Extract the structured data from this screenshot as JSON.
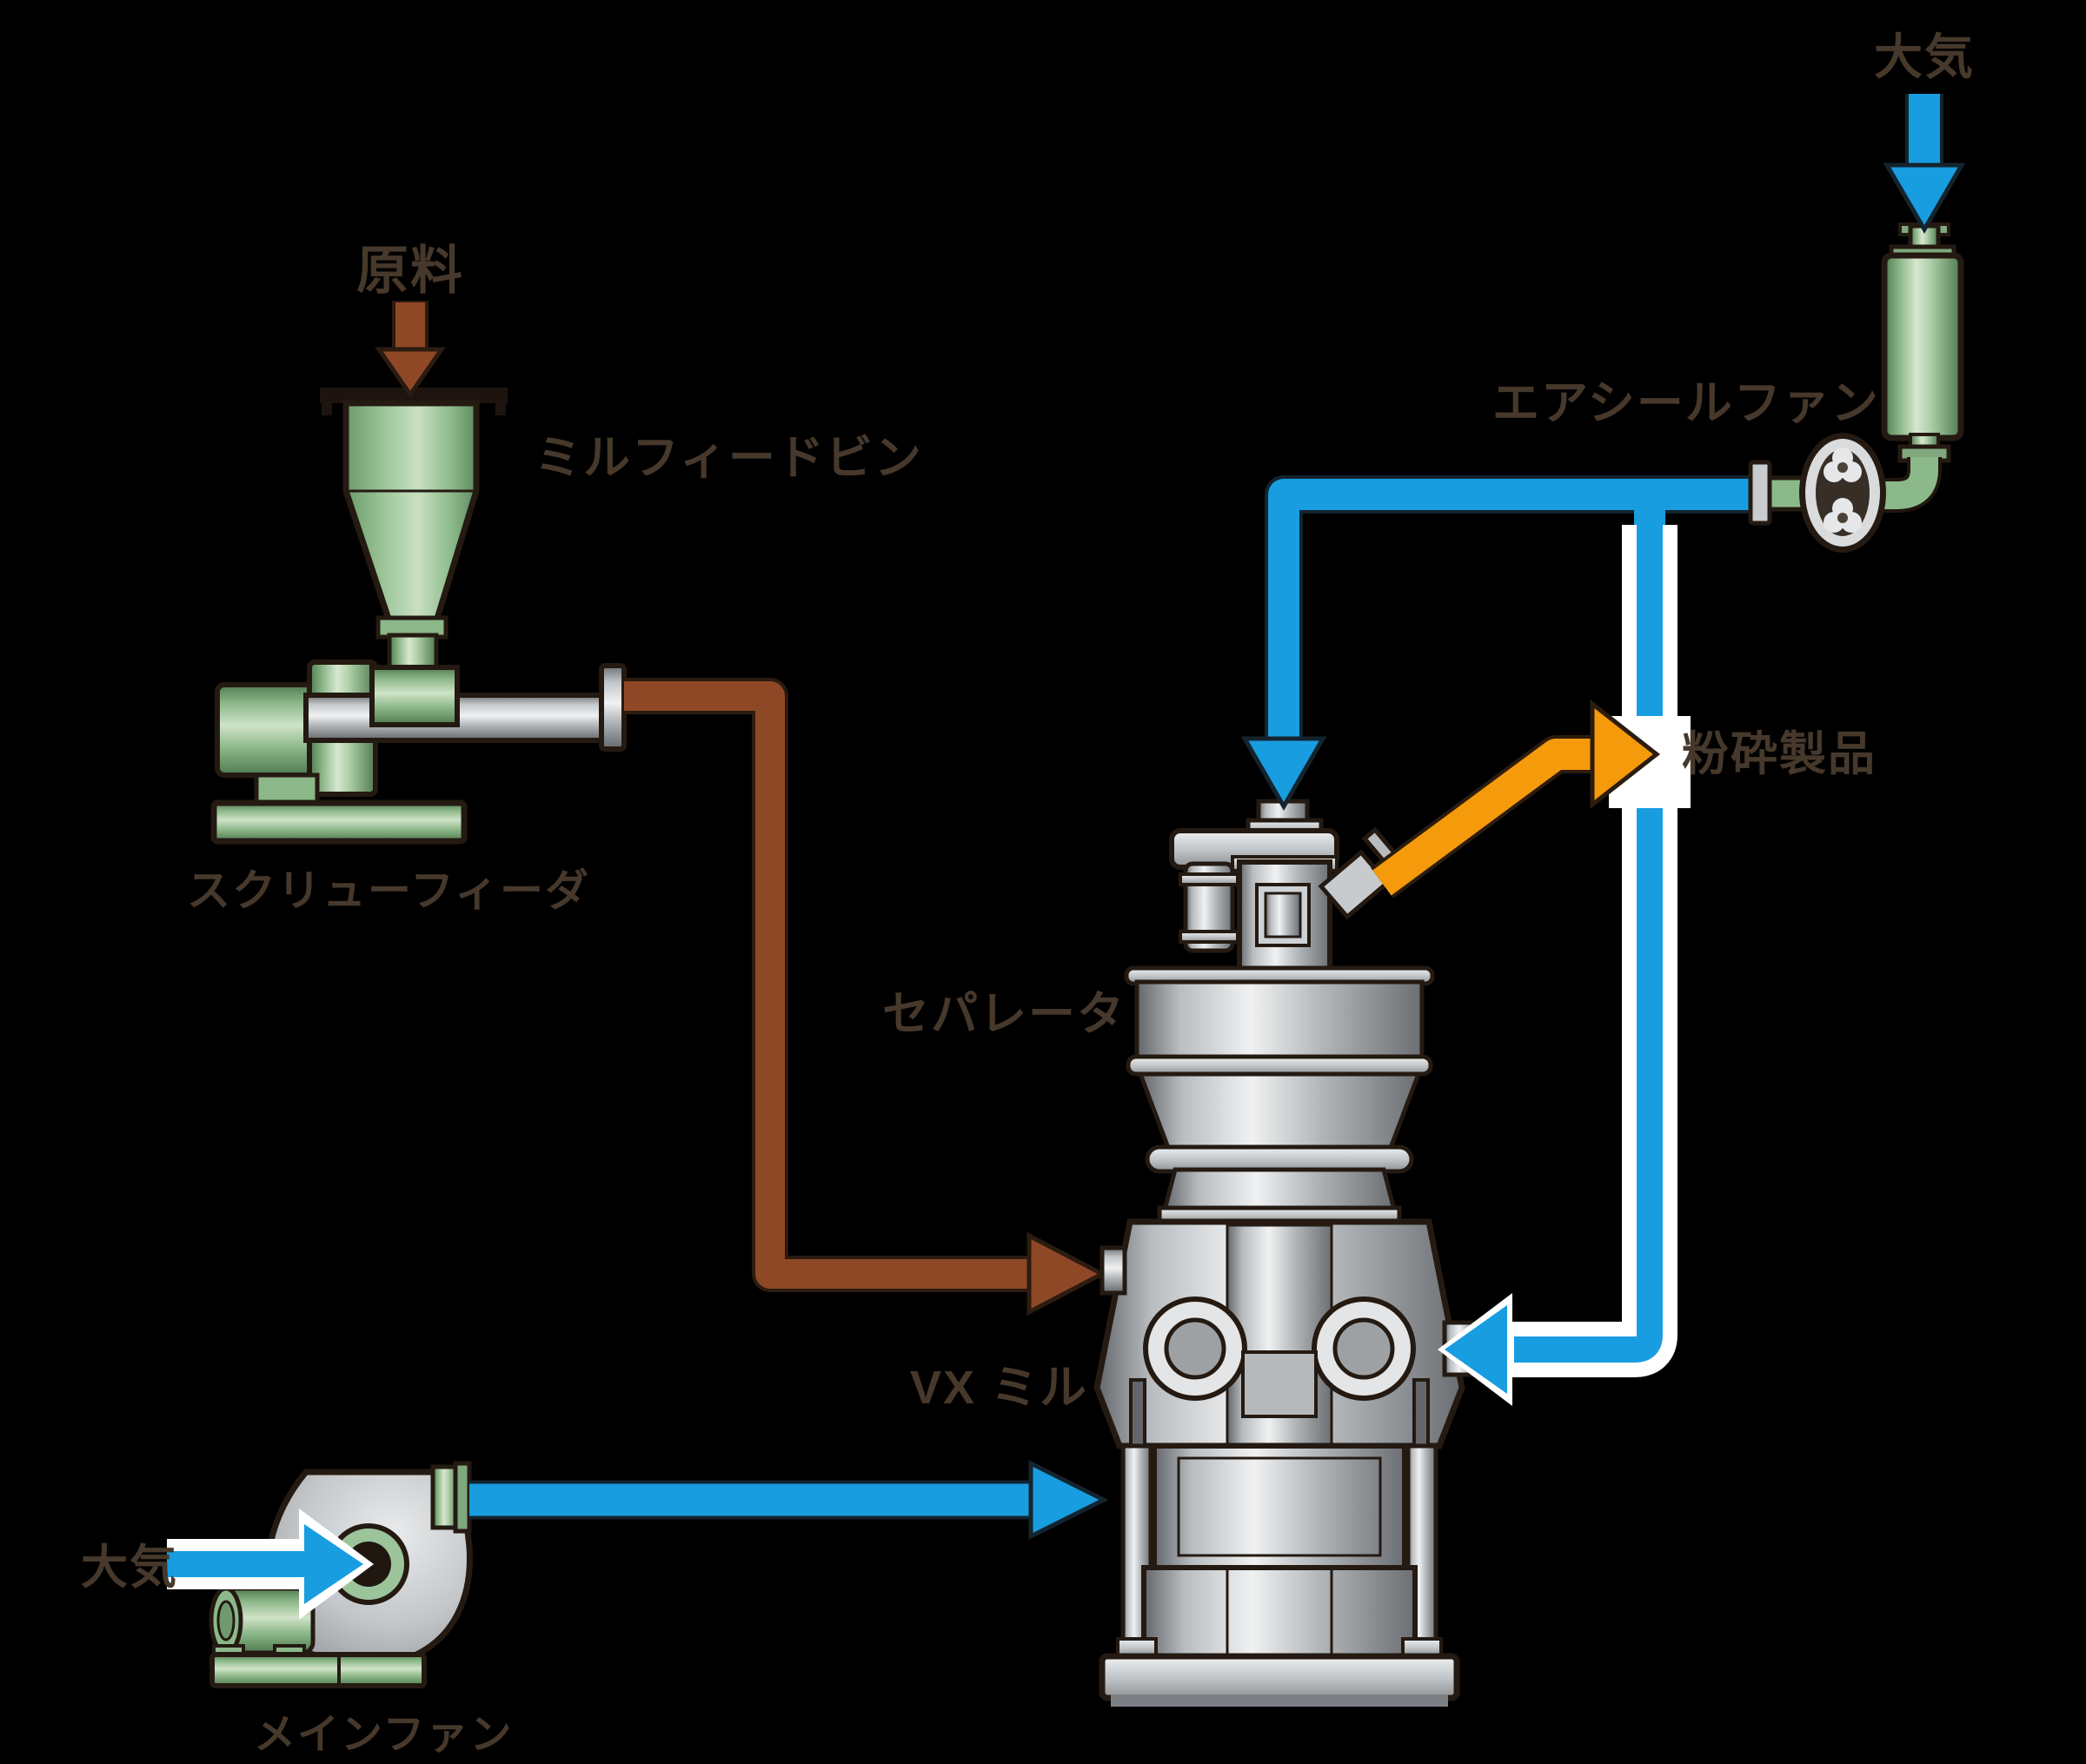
{
  "labels": {
    "raw_material": "原料",
    "mill_feed_bin": "ミルフィードビン",
    "screw_feeder": "スクリューフィーダ",
    "separator": "セパレータ",
    "vx_mill": "VX ミル",
    "main_fan": "メインファン",
    "air_seal_fan": "エアシールファン",
    "atmosphere_top": "大気",
    "atmosphere_bottom": "大気",
    "pulverized_product": "粉砕製品"
  },
  "colors": {
    "background": "#000000",
    "material_flow_brown": "#8F4826",
    "air_flow_blue": "#189DE0",
    "product_flow_orange": "#F59A0B",
    "equipment_green": "#9CC49A",
    "metal_gray": "#C6CACD",
    "label_text": "#46382B",
    "pipe_outline": "#241A12"
  }
}
